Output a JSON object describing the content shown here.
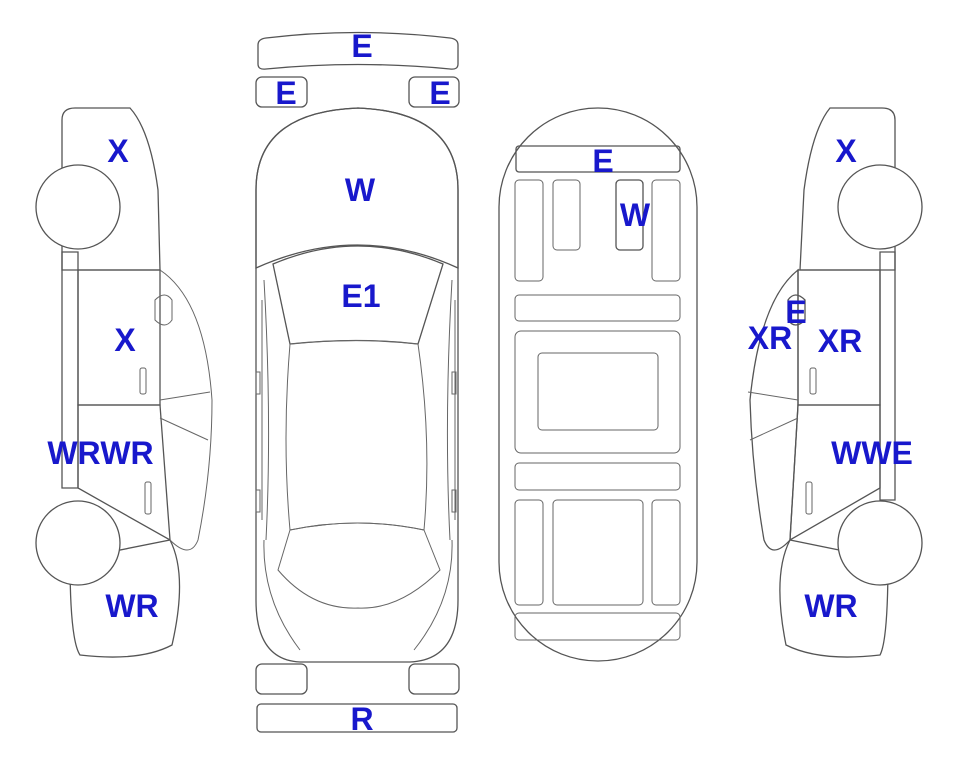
{
  "colors": {
    "damage_fill": "#fcd915",
    "clean_fill": "#d1d1d1",
    "blank_fill": "#ffffff",
    "outline": "#555555",
    "label": "#1818cc"
  },
  "labels": {
    "front_bumper": "E",
    "headlight_left": "E",
    "headlight_right": "E",
    "hood": "W",
    "windshield": "E1",
    "rear_bumper": "R",
    "interior_dash": "E",
    "interior_console": "W",
    "left_fender": "X",
    "left_front_door": "X",
    "left_sill": "WR",
    "left_rear_door": "WR",
    "left_rear_quarter": "WR",
    "right_fender": "X",
    "right_mirror": "E",
    "right_front_window": "XR",
    "right_front_door": "XR",
    "right_rear_door": "WWE",
    "right_rear_quarter": "WR"
  }
}
